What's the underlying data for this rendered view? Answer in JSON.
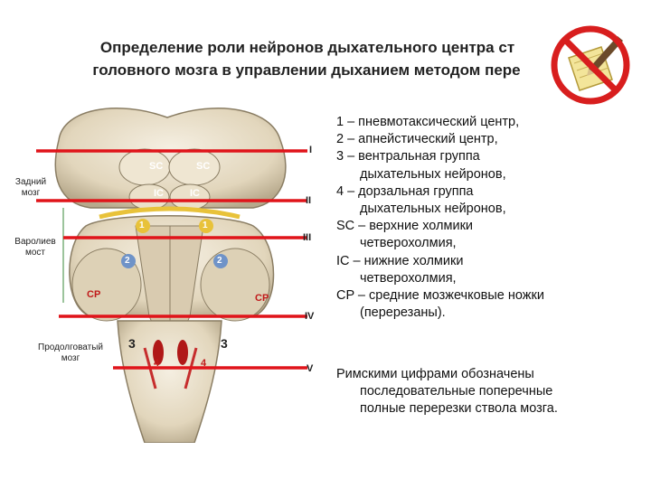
{
  "title": {
    "line1": "Определение роли нейронов дыхательного центра ст",
    "line2": "головного мозга в управлении дыханием методом пере"
  },
  "figure": {
    "side_labels": {
      "hindbrain": [
        "Задний",
        "мозг"
      ],
      "pons": [
        "Варолиев",
        "мост"
      ],
      "medulla": [
        "Продолговатый",
        "мозг"
      ]
    },
    "region_labels": {
      "sc_left": "SC",
      "sc_right": "SC",
      "ic_left": "IC",
      "ic_right": "IC",
      "cp_left": "CP",
      "cp_right": "CP",
      "n1_left": "1",
      "n1_right": "1",
      "n2_left": "2",
      "n2_right": "2",
      "n3_left": "3",
      "n3_right": "3",
      "n4_left": "4",
      "n4_right": "4"
    },
    "cuts": [
      "I",
      "II",
      "III",
      "IV",
      "V"
    ],
    "colors": {
      "cut_line": "#e0141a",
      "tissue": "#e7dcc4",
      "tissue_dark": "#9b8f77",
      "marker_yellow": "#e8c23a",
      "marker_blue": "#6f93c8",
      "nucleus_red": "#b01818",
      "label_white": "#ffffff",
      "label_red": "#c01a1a"
    }
  },
  "legend": [
    {
      "lines": [
        "1 – пневмотаксический центр,"
      ]
    },
    {
      "lines": [
        "2 – апнейстический центр,"
      ]
    },
    {
      "lines": [
        "3 – вентральная группа",
        "дыхательных нейронов,"
      ]
    },
    {
      "lines": [
        "4 – дорзальная группа",
        "дыхательных нейронов,"
      ]
    },
    {
      "lines": [
        "SC – верхние холмики",
        "четверохолмия,"
      ]
    },
    {
      "lines": [
        "IC – нижние холмики",
        "четверохолмия,"
      ]
    },
    {
      "lines": [
        "CP – средние мозжечковые ножки",
        "(перерезаны)."
      ]
    }
  ],
  "note": [
    "Римскими цифрами обозначены",
    "последовательные поперечные",
    "полные перерезки ствола мозга."
  ],
  "badge": {
    "icon": "no-writing-icon",
    "ring_color": "#d81e1e",
    "note_color": "#f3e59a"
  }
}
